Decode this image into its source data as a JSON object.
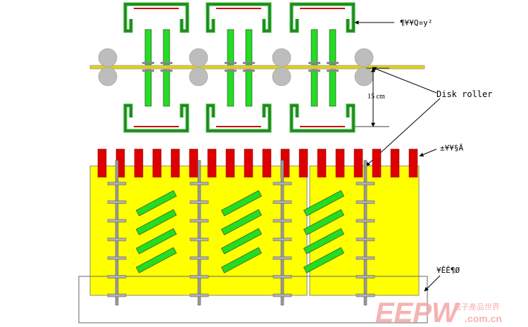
{
  "labels": {
    "top_right_label": "¶¥¥Q¤y²",
    "dimension": "15 cm",
    "disk_roller": "Disk roller",
    "mid_right_label": "±¥¥§Ä",
    "bottom_right_label": "¥ÊÊ¶Ø"
  },
  "watermark": {
    "logo": "EEPW",
    "cn_text": "電子產品世界",
    "url": ".com.cn"
  },
  "colors": {
    "chamber_green": "#22aa22",
    "plate_green": "#22dd22",
    "roller_gray": "#bdbdbd",
    "belt_yellow": "#e0d020",
    "heater_red": "#dd0000",
    "tank_yellow": "#ffff00",
    "shaft_gray": "#9a9a9a",
    "watermark_pink": "#f4a6a6"
  }
}
